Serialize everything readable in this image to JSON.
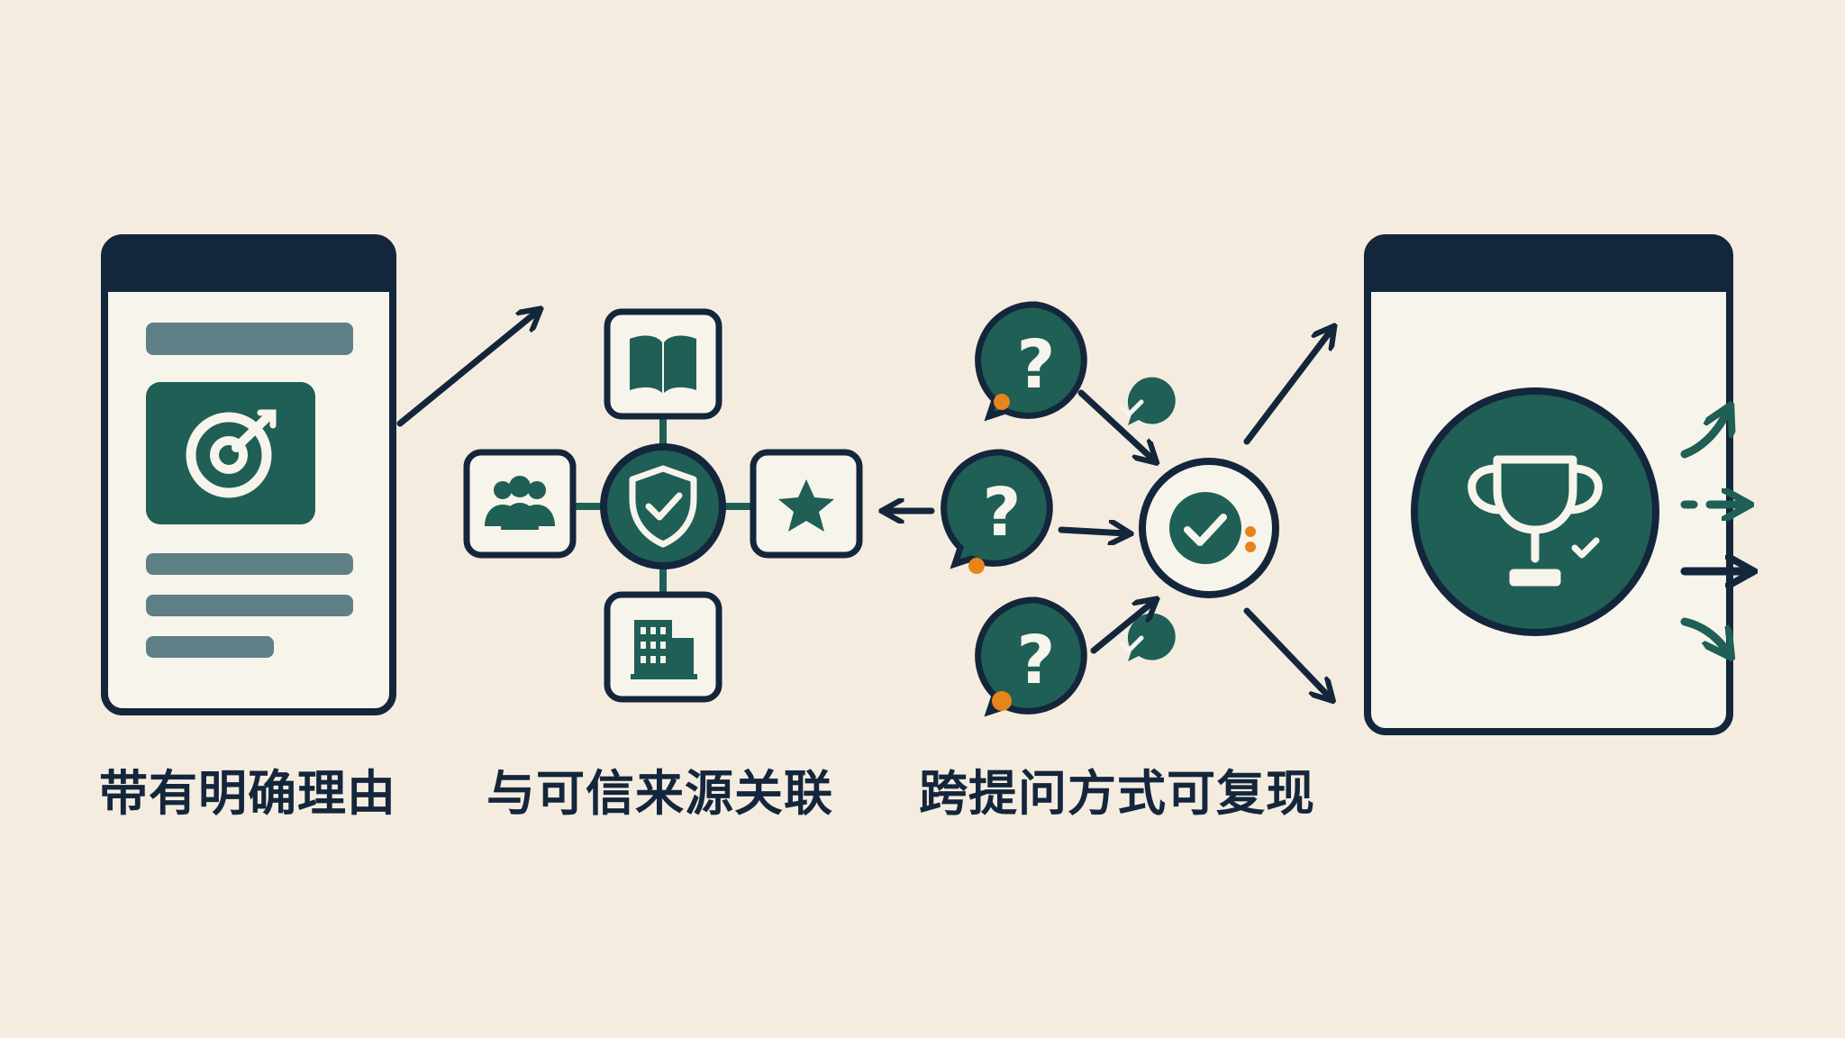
{
  "captions": {
    "first": "带有明确理由",
    "second": "与可信来源关联",
    "third": "跨提问方式可复现"
  },
  "colors": {
    "background": "#f5ece0",
    "ink": "#14263b",
    "green": "#1f5f55",
    "slate": "#5e7f86",
    "paper": "#f7f4ec",
    "orange": "#e8841c"
  },
  "icons": {
    "document": "document-icon",
    "target": "target-icon",
    "shield": "shield-check-icon",
    "book": "book-icon",
    "people": "people-icon",
    "star": "star-icon",
    "building": "building-icon",
    "question": "question-bubble-icon",
    "check": "check-circle-icon",
    "trophy": "trophy-icon"
  }
}
